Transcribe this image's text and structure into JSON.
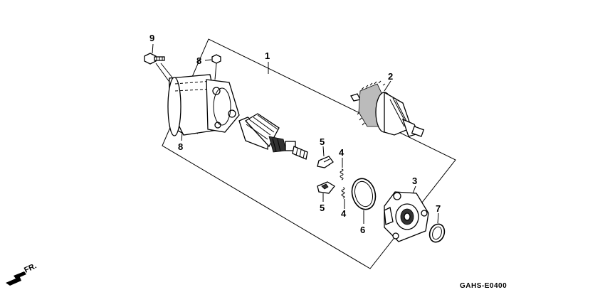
{
  "diagram": {
    "callouts": [
      {
        "id": "c9",
        "label": "9"
      },
      {
        "id": "c8a",
        "label": "8"
      },
      {
        "id": "c1",
        "label": "1"
      },
      {
        "id": "c2",
        "label": "2"
      },
      {
        "id": "c8b",
        "label": "8"
      },
      {
        "id": "c5a",
        "label": "5"
      },
      {
        "id": "c4a",
        "label": "4"
      },
      {
        "id": "c5b",
        "label": "5"
      },
      {
        "id": "c4b",
        "label": "4"
      },
      {
        "id": "c3",
        "label": "3"
      },
      {
        "id": "c6",
        "label": "6"
      },
      {
        "id": "c7",
        "label": "7"
      }
    ],
    "direction_label": "FR.",
    "code": "GAHS-E0400"
  }
}
